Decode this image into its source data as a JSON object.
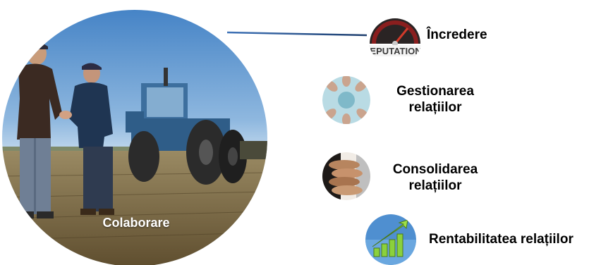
{
  "center": {
    "label": "Colaborare",
    "image": "handshake-tractor-field-photo"
  },
  "items": [
    {
      "label": "Încredere",
      "icon": "reputation-gauge-icon"
    },
    {
      "label": "Gestionarea relațiilor",
      "line1": "Gestionarea",
      "line2": "relațiilor",
      "icon": "hands-together-icon"
    },
    {
      "label": "Consolidarea relațiilor",
      "line1": "Consolidarea",
      "line2": "relațiilor",
      "icon": "stacked-hands-icon"
    },
    {
      "label": "Rentabilitatea relațiilor",
      "icon": "growth-chart-icon"
    }
  ],
  "colors": {
    "connector": "#3f73b8",
    "connector_dark": "#1f3f6e",
    "text": "#000000"
  }
}
